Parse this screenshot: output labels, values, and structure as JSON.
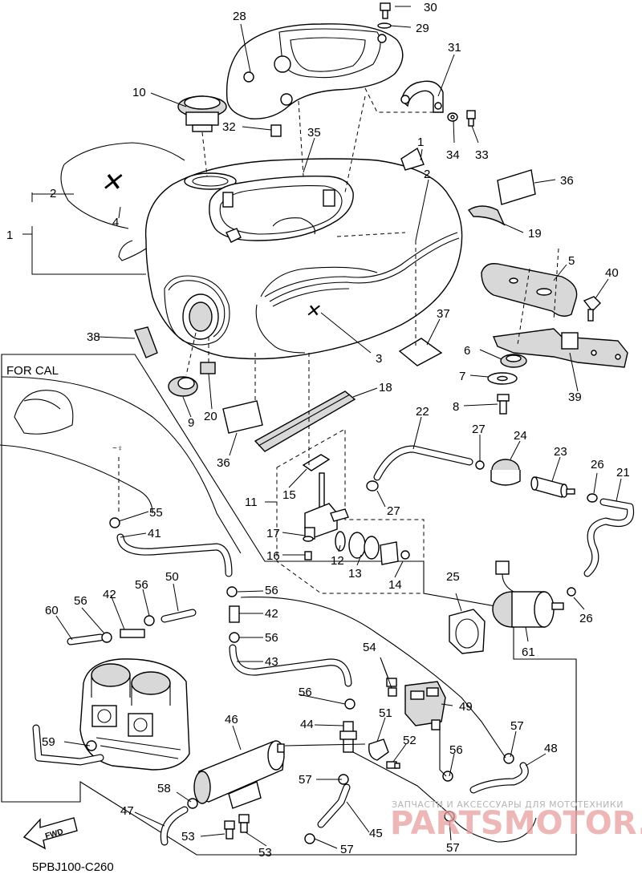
{
  "diagram": {
    "labels": {
      "l1a": "1",
      "l1b": "1",
      "l2a": "2",
      "l2b": "2",
      "l3": "3",
      "l4": "4",
      "l5": "5",
      "l6": "6",
      "l7": "7",
      "l8": "8",
      "l9": "9",
      "l10": "10",
      "l11": "11",
      "l12": "12",
      "l13": "13",
      "l14": "14",
      "l15": "15",
      "l16": "16",
      "l17": "17",
      "l18": "18",
      "l19": "19",
      "l20": "20",
      "l21": "21",
      "l22": "22",
      "l23": "23",
      "l24": "24",
      "l25": "25",
      "l26a": "26",
      "l26b": "26",
      "l27a": "27",
      "l27b": "27",
      "l28": "28",
      "l29": "29",
      "l30": "30",
      "l31": "31",
      "l32": "32",
      "l33": "33",
      "l34": "34",
      "l35": "35",
      "l36a": "36",
      "l36b": "36",
      "l37": "37",
      "l38": "38",
      "l39": "39",
      "l40": "40",
      "l41": "41",
      "l42a": "42",
      "l42b": "42",
      "l43": "43",
      "l44": "44",
      "l45": "45",
      "l46": "46",
      "l47": "47",
      "l48": "48",
      "l49": "49",
      "l50": "50",
      "l51": "51",
      "l52": "52",
      "l53a": "53",
      "l53b": "53",
      "l54": "54",
      "l55": "55",
      "l56a": "56",
      "l56b": "56",
      "l56c": "56",
      "l56d": "56",
      "l56e": "56",
      "l56f": "56",
      "l57a": "57",
      "l57b": "57",
      "l57c": "57",
      "l57d": "57",
      "l58": "58",
      "l59": "59",
      "l60": "60",
      "l61": "61"
    },
    "for_cal": "FOR CAL",
    "fwd": "FWD",
    "code": "5PBJ100-C260",
    "watermark_small": "ЗАПЧАСТИ И АКСЕССУАРЫ ДЛЯ МОТОТЕХНИКИ",
    "watermark_large": "PARTSMOTOR.RU"
  }
}
